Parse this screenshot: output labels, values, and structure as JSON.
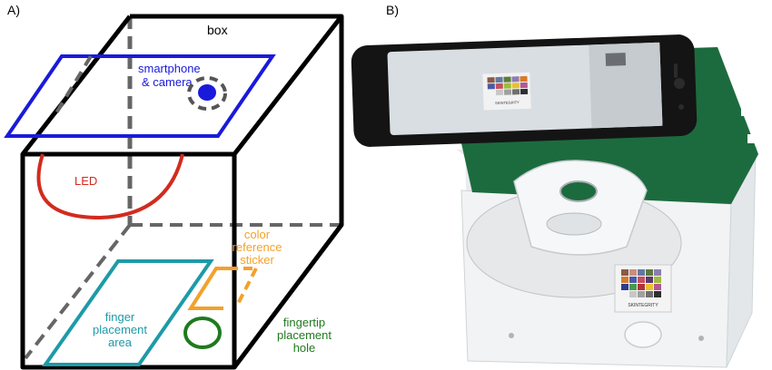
{
  "panel_a": {
    "label": "A)",
    "box_label": "box",
    "smartphone_label": [
      "smartphone",
      "& camera"
    ],
    "led_label": "LED",
    "color_sticker_label": [
      "color",
      "reference",
      "sticker"
    ],
    "finger_area_label": [
      "finger",
      "placement",
      "area"
    ],
    "fingertip_hole_label": [
      "fingertip",
      "placement",
      "hole"
    ]
  },
  "panel_b": {
    "label": "B)",
    "sticker_text": "SKINTEGRITY",
    "phone_screen_sticker_text": "SKINTEGRITY"
  },
  "colors": {
    "box_outline": "#000000",
    "smartphone": "#1a1adb",
    "led": "#d22b1f",
    "color_sticker": "#f3a12a",
    "finger_area": "#1e9aa8",
    "fingertip_hole": "#1f7a1f",
    "dashed": "#666666",
    "green_board": "#1c6b3e"
  }
}
